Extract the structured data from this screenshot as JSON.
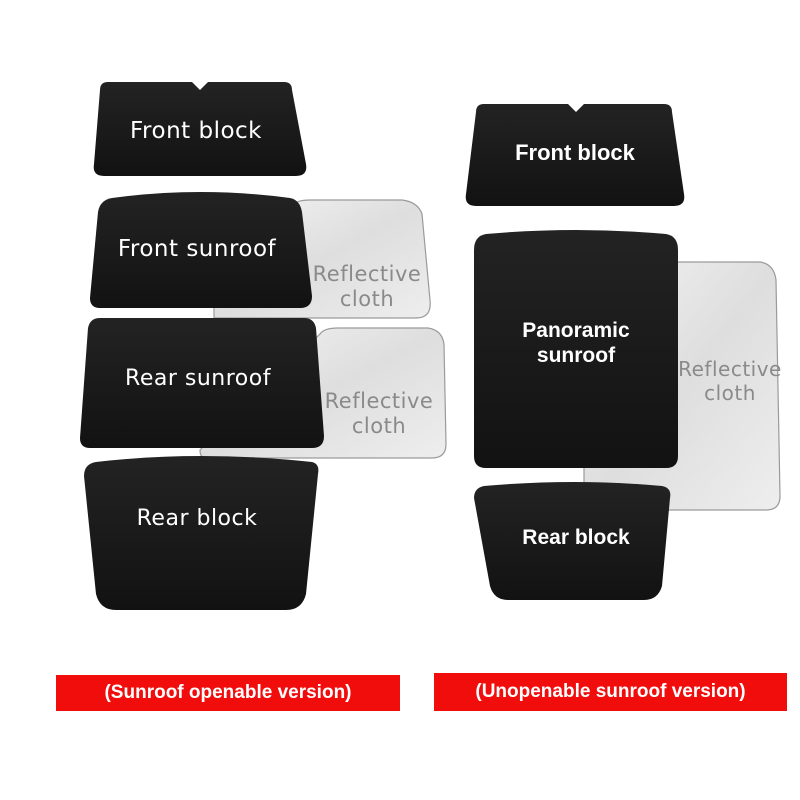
{
  "left_set": {
    "front_block": "Front block",
    "front_sunroof": "Front sunroof",
    "rear_sunroof": "Rear sunroof",
    "rear_block": "Rear block",
    "reflective_top": [
      "Reflective",
      "cloth"
    ],
    "reflective_bottom": [
      "Reflective",
      "cloth"
    ],
    "caption": "(Sunroof openable version)"
  },
  "right_set": {
    "front_block": "Front block",
    "panoramic_sunroof": [
      "Panoramic",
      "sunroof"
    ],
    "rear_block": "Rear block",
    "reflective": [
      "Reflective",
      "cloth"
    ],
    "caption": "(Unopenable sunroof version)"
  },
  "colors": {
    "panel_black": "#161616",
    "reflective_silver": "#e4e4e4",
    "caption_red": "#f20d0d"
  }
}
